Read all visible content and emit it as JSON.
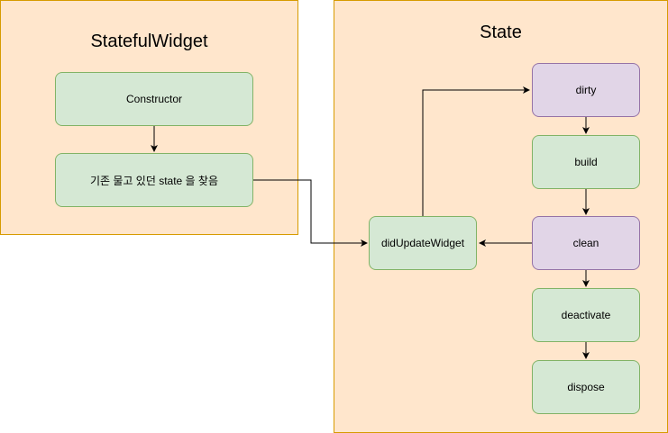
{
  "containers": {
    "stateful_widget": {
      "title": "StatefulWidget"
    },
    "state": {
      "title": "State"
    }
  },
  "nodes": {
    "constructor": "Constructor",
    "find_existing_state": "기존 물고 있던 state 을 찾음",
    "did_update_widget": "didUpdateWidget",
    "dirty": "dirty",
    "build": "build",
    "clean": "clean",
    "deactivate": "deactivate",
    "dispose": "dispose"
  },
  "colors": {
    "container_fill": "#ffe6cc",
    "container_stroke": "#d79b00",
    "green_fill": "#d5e8d4",
    "green_stroke": "#82b366",
    "purple_fill": "#e1d5e7",
    "purple_stroke": "#9673a6"
  }
}
